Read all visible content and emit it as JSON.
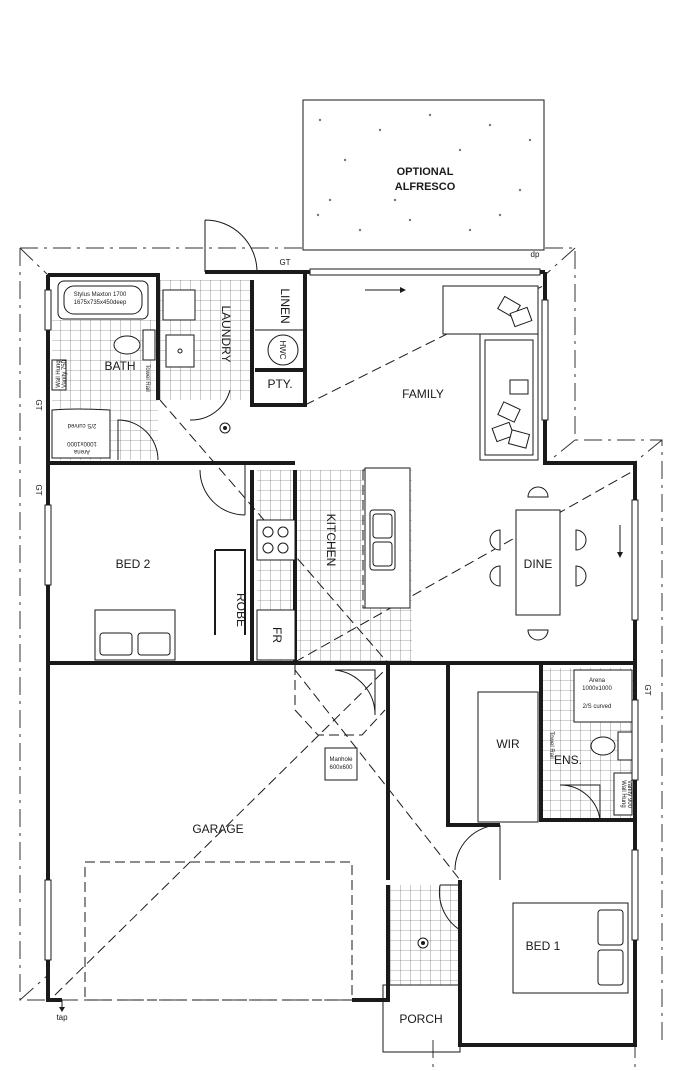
{
  "rooms": {
    "alfresco_line1": "OPTIONAL",
    "alfresco_line2": "ALFRESCO",
    "family": "FAMILY",
    "dine": "DINE",
    "kitchen": "KITCHEN",
    "bath": "BATH",
    "laundry": "LAUNDRY",
    "linen": "LINEN",
    "hwc": "HWC",
    "pty": "PTY.",
    "bed2": "BED 2",
    "robe": "ROBE",
    "fr": "FR",
    "garage": "GARAGE",
    "wir": "WIR",
    "ens": "ENS.",
    "bed1": "BED 1",
    "porch": "PORCH"
  },
  "fixtures": {
    "bath_tub_line1": "Stylus Maxton 1700",
    "bath_tub_line2": "1675x735x450deep",
    "bath_vanity_line1": "Wall Hung",
    "bath_vanity_line2": "Vanity 750",
    "bath_towel": "Towel Rail",
    "bath_shower_line1": "Arena",
    "bath_shower_line2": "1000x1000",
    "bath_shower_line3": "2/S curved",
    "ens_shower_line1": "Arena",
    "ens_shower_line2": "1000x1000",
    "ens_shower_line3": "2/S curved",
    "ens_vanity_line1": "Wall Hung",
    "ens_vanity_line2": "Vanity 900",
    "ens_towel": "Towel Rail",
    "manhole_line1": "Manhole",
    "manhole_line2": "600x600"
  },
  "marks": {
    "gt": "GT",
    "dp": "dp",
    "tap": "tap"
  }
}
